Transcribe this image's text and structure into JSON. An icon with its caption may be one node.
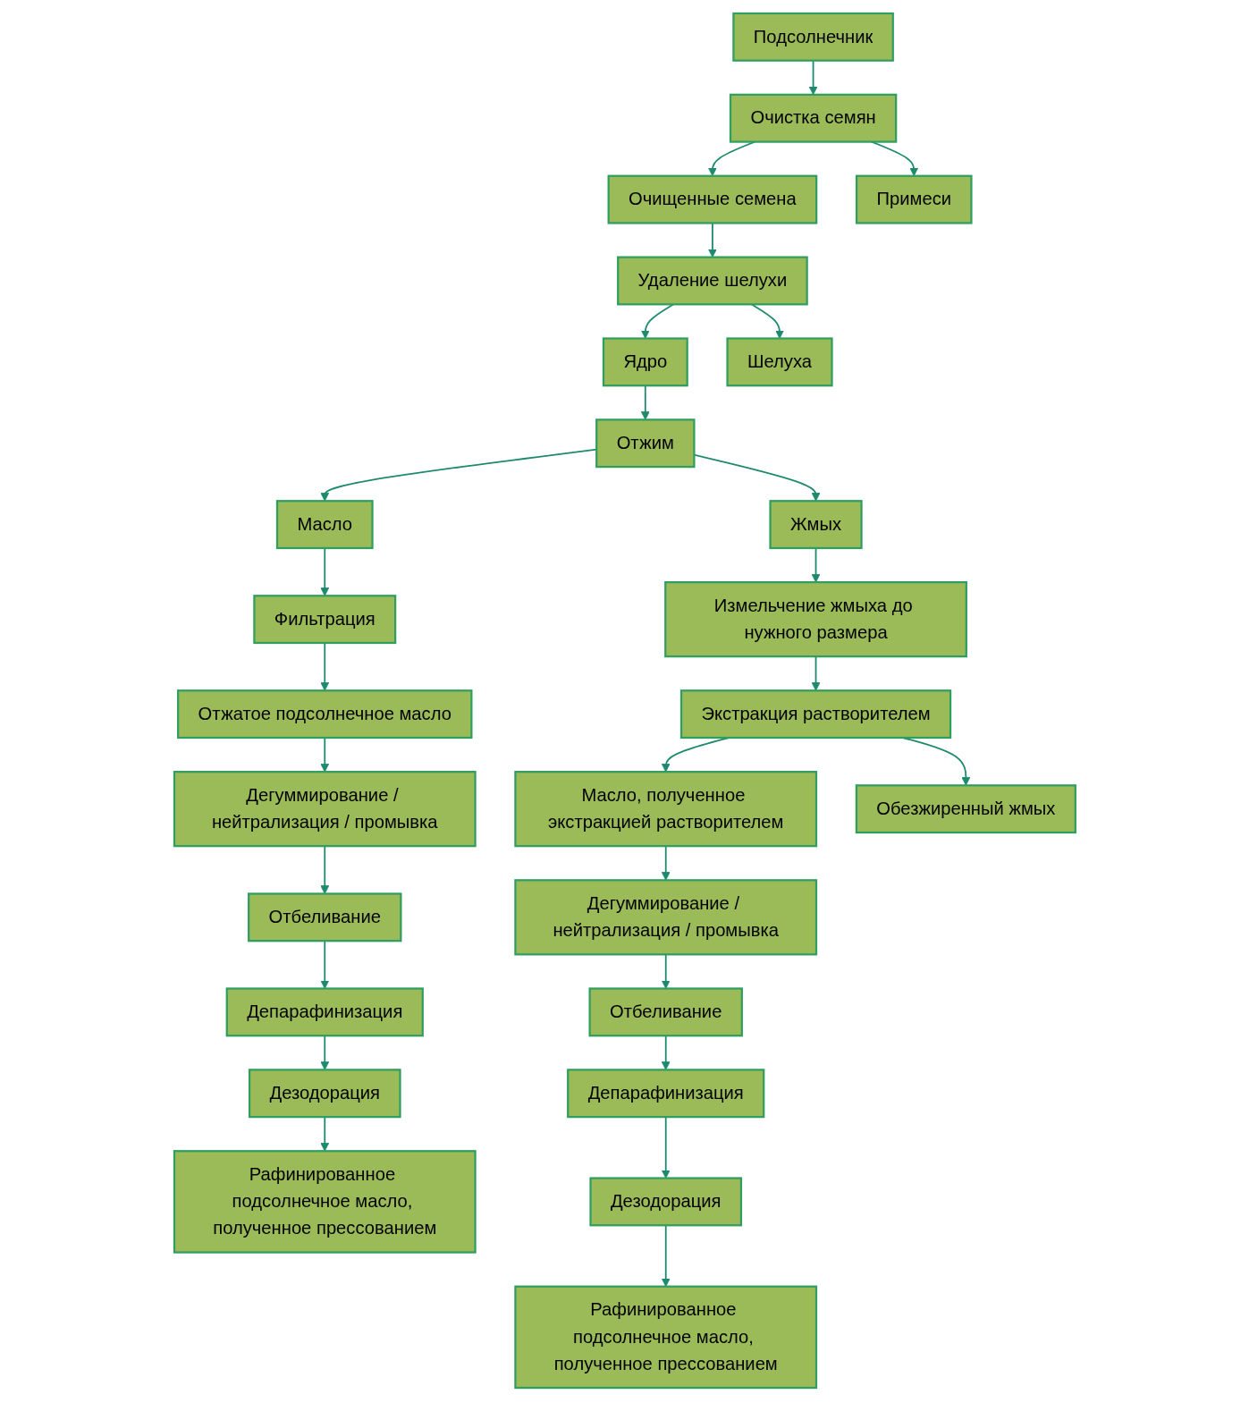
{
  "diagram": {
    "nodes": [
      {
        "text": [
          "Подсолнечник"
        ]
      },
      {
        "text": [
          "Очистка семян"
        ]
      },
      {
        "text": [
          "Очищенные семена"
        ]
      },
      {
        "text": [
          "Примеси"
        ]
      },
      {
        "text": [
          "Удаление шелухи"
        ]
      },
      {
        "text": [
          "Ядро"
        ]
      },
      {
        "text": [
          "Шелуха"
        ]
      },
      {
        "text": [
          "Отжим"
        ]
      },
      {
        "text": [
          "Масло"
        ]
      },
      {
        "text": [
          "Жмых"
        ]
      },
      {
        "text": [
          "Фильтрация"
        ]
      },
      {
        "text": [
          "Отжатое подсолнечное масло"
        ]
      },
      {
        "text": [
          "Дегуммирование / нейтрализация / промывка"
        ]
      },
      {
        "text": [
          "Отбеливание"
        ]
      },
      {
        "text": [
          "Депарафинизация"
        ]
      },
      {
        "text": [
          "Дезодорация"
        ]
      },
      {
        "text": [
          "Рафинированное подсолнечное масло, полученное прессованием"
        ]
      },
      {
        "text": [
          "Измельчение жмыха до нужного размера"
        ]
      },
      {
        "text": [
          "Экстракция растворителем"
        ]
      },
      {
        "text": [
          "Масло, полученное экстракцией растворителем"
        ]
      },
      {
        "text": [
          "Обезжиренный жмых"
        ]
      },
      {
        "text": [
          "Дегуммирование / нейтрализация / промывка"
        ]
      },
      {
        "text": [
          "Отбеливание"
        ]
      },
      {
        "text": [
          "Депарафинизация"
        ]
      },
      {
        "text": [
          "Дезодорация"
        ]
      },
      {
        "text": [
          "Рафинированное подсолнечное масло, полученное прессованием"
        ]
      }
    ],
    "edges": [
      {
        "from": 0,
        "to": 1,
        "arrow": "to"
      },
      {
        "from": 1,
        "to": 2,
        "arrow": "to"
      },
      {
        "from": 1,
        "to": 3,
        "arrow": "to"
      },
      {
        "from": 2,
        "to": 4,
        "arrow": "to"
      },
      {
        "from": 4,
        "to": 5,
        "arrow": "to"
      },
      {
        "from": 4,
        "to": 6,
        "arrow": "to"
      },
      {
        "from": 5,
        "to": 7,
        "arrow": "to"
      },
      {
        "from": 7,
        "to": 8,
        "arrow": "to"
      },
      {
        "from": 7,
        "to": 9,
        "arrow": "to"
      },
      {
        "from": 8,
        "to": 10,
        "arrow": "to"
      },
      {
        "from": 10,
        "to": 11,
        "arrow": "to"
      },
      {
        "from": 11,
        "to": 12,
        "arrow": "to"
      },
      {
        "from": 12,
        "to": 13,
        "arrow": "to"
      },
      {
        "from": 13,
        "to": 14,
        "arrow": "to"
      },
      {
        "from": 14,
        "to": 15,
        "arrow": "to"
      },
      {
        "from": 15,
        "to": 16,
        "arrow": "to"
      },
      {
        "from": 9,
        "to": 17,
        "arrow": "to"
      },
      {
        "from": 17,
        "to": 18,
        "arrow": "to"
      },
      {
        "from": 18,
        "to": 19,
        "arrow": "to"
      },
      {
        "from": 18,
        "to": 20,
        "arrow": "to"
      },
      {
        "from": 19,
        "to": 21,
        "arrow": "to"
      },
      {
        "from": 21,
        "to": 22,
        "arrow": "to"
      },
      {
        "from": 22,
        "to": 23,
        "arrow": "to"
      },
      {
        "from": 23,
        "to": 24,
        "arrow": "to"
      },
      {
        "from": 24,
        "to": 25,
        "arrow": "to"
      }
    ]
  }
}
